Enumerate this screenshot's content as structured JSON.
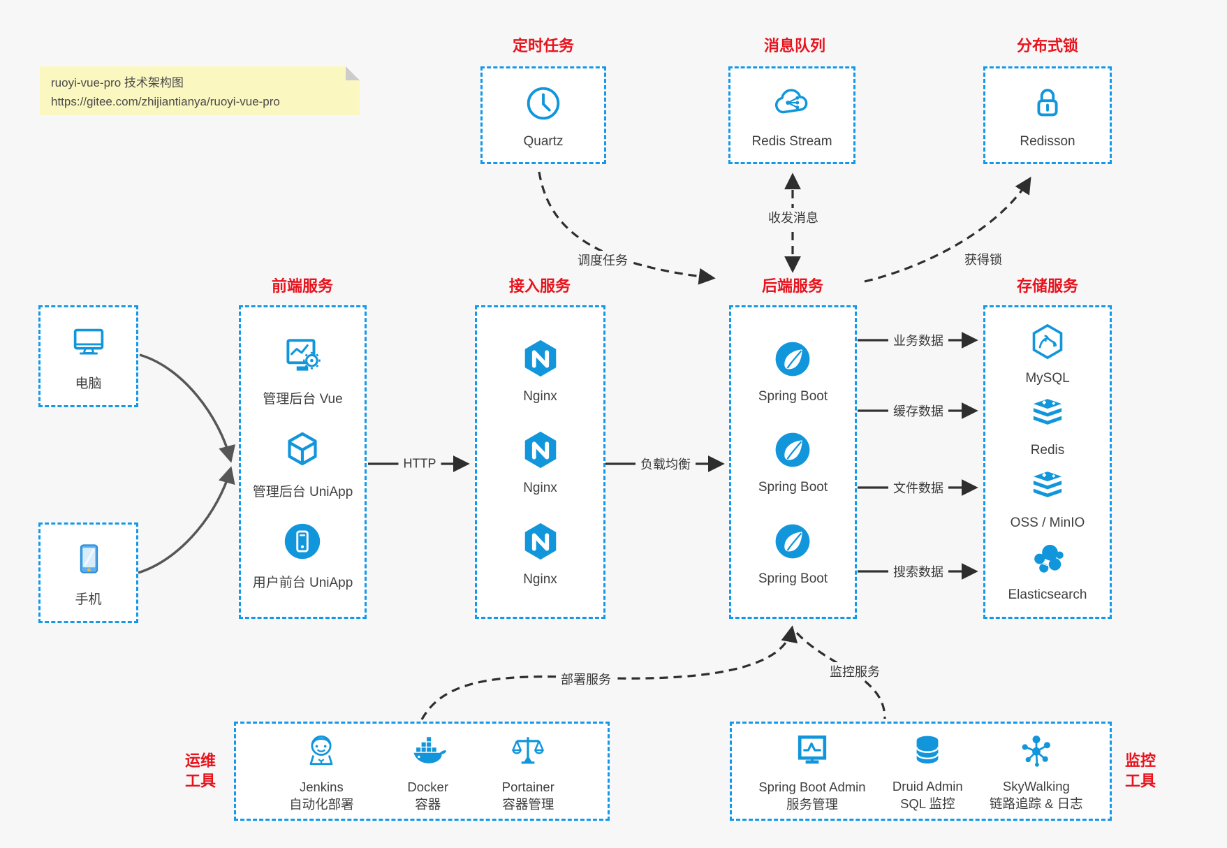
{
  "note": {
    "line1": "ruoyi-vue-pro 技术架构图",
    "line2": "https://gitee.com/zhijiantianya/ruoyi-vue-pro"
  },
  "colors": {
    "accent_blue": "#1296db",
    "border_blue": "#1499e8",
    "title_red": "#e7131d",
    "note_yellow": "#fbf7c0",
    "arrow_dark": "#2e2e2e",
    "arrow_gray": "#565656"
  },
  "top_services": [
    {
      "title": "定时任务",
      "item": {
        "label": "Quartz",
        "icon": "clock-icon"
      }
    },
    {
      "title": "消息队列",
      "item": {
        "label": "Redis Stream",
        "icon": "cloud-share-icon"
      }
    },
    {
      "title": "分布式锁",
      "item": {
        "label": "Redisson",
        "icon": "lock-icon"
      }
    }
  ],
  "clients": [
    {
      "label": "电脑",
      "icon": "computer-icon"
    },
    {
      "label": "手机",
      "icon": "phone-icon"
    }
  ],
  "columns": [
    {
      "title": "前端服务",
      "items": [
        {
          "label": "管理后台 Vue"
        },
        {
          "label": "管理后台 UniApp"
        },
        {
          "label": "用户前台 UniApp"
        }
      ]
    },
    {
      "title": "接入服务",
      "items": [
        {
          "label": "Nginx"
        },
        {
          "label": "Nginx"
        },
        {
          "label": "Nginx"
        }
      ]
    },
    {
      "title": "后端服务",
      "items": [
        {
          "label": "Spring Boot"
        },
        {
          "label": "Spring Boot"
        },
        {
          "label": "Spring Boot"
        }
      ]
    },
    {
      "title": "存储服务",
      "items": [
        {
          "label": "MySQL"
        },
        {
          "label": "Redis"
        },
        {
          "label": "OSS / MinIO"
        },
        {
          "label": "Elasticsearch"
        }
      ]
    }
  ],
  "ops_tools": {
    "side_label_line1": "运维",
    "side_label_line2": "工具",
    "items": [
      {
        "name": "Jenkins",
        "desc": "自动化部署"
      },
      {
        "name": "Docker",
        "desc": "容器"
      },
      {
        "name": "Portainer",
        "desc": "容器管理"
      }
    ]
  },
  "monitor_tools": {
    "side_label_line1": "监控",
    "side_label_line2": "工具",
    "items": [
      {
        "name": "Spring Boot Admin",
        "desc": "服务管理"
      },
      {
        "name": "Druid Admin",
        "desc": "SQL 监控"
      },
      {
        "name": "SkyWalking",
        "desc": "链路追踪 & 日志"
      }
    ]
  },
  "edges": {
    "http": "HTTP",
    "load_balance": "负载均衡",
    "business_data": "业务数据",
    "cache_data": "缓存数据",
    "file_data": "文件数据",
    "search_data": "搜索数据",
    "schedule_task": "调度任务",
    "send_receive_msg": "收发消息",
    "acquire_lock": "获得锁",
    "deploy_service": "部署服务",
    "monitor_service": "监控服务"
  }
}
